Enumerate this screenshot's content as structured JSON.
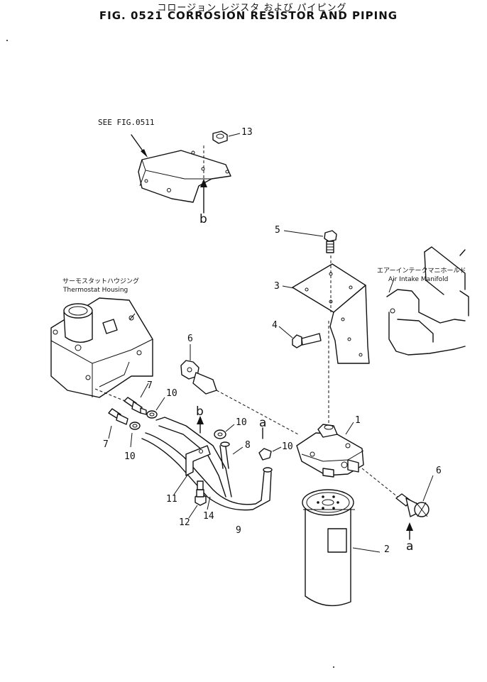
{
  "figure": {
    "title_jp": "コロージョン レジスタ および パイピング",
    "title_en": "FIG. 0521  CORROSION RESISTOR AND PIPING"
  },
  "notes": {
    "see_fig": "SEE FIG.0511",
    "thermostat_jp": "サーモスタットハウジング",
    "thermostat_en": "Thermostat Housing",
    "manifold_jp": "エアーインテークマニホールド",
    "manifold_en": "Air Intake Manifold"
  },
  "callouts": {
    "p1": "1",
    "p2": "2",
    "p3": "3",
    "p4": "4",
    "p5": "5",
    "p6a": "6",
    "p6b": "6",
    "p7a": "7",
    "p7b": "7",
    "p8": "8",
    "p9": "9",
    "p10a": "10",
    "p10b": "10",
    "p10c": "10",
    "p10d": "10",
    "p11": "11",
    "p12": "12",
    "p13": "13",
    "p14": "14"
  },
  "refs": {
    "b1": "b",
    "b2": "b",
    "a1": "a",
    "a2": "a"
  }
}
